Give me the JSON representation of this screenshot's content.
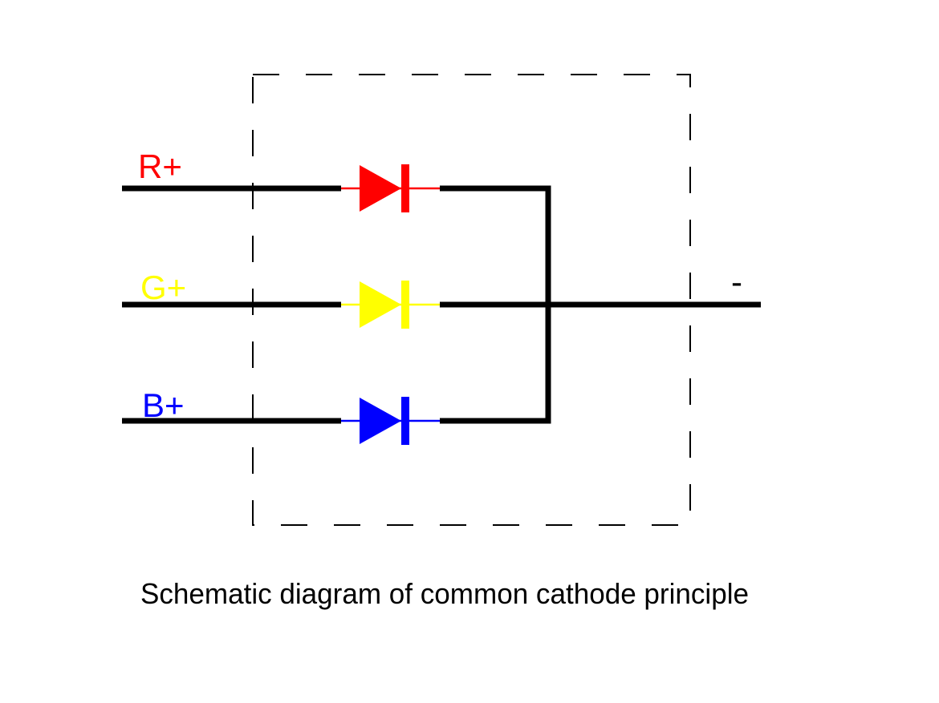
{
  "diagram": {
    "caption": "Schematic diagram of common cathode principle",
    "channels": [
      {
        "id": "red",
        "label": "R+",
        "color": "#ff0000"
      },
      {
        "id": "green",
        "label": "G+",
        "color": "#ffff00"
      },
      {
        "id": "blue",
        "label": "B+",
        "color": "#0000ff"
      }
    ],
    "common_terminal": {
      "label": "-"
    },
    "colors": {
      "wire": "#000000",
      "boundary": "#000000",
      "text": "#000000",
      "background": "#ffffff"
    }
  }
}
